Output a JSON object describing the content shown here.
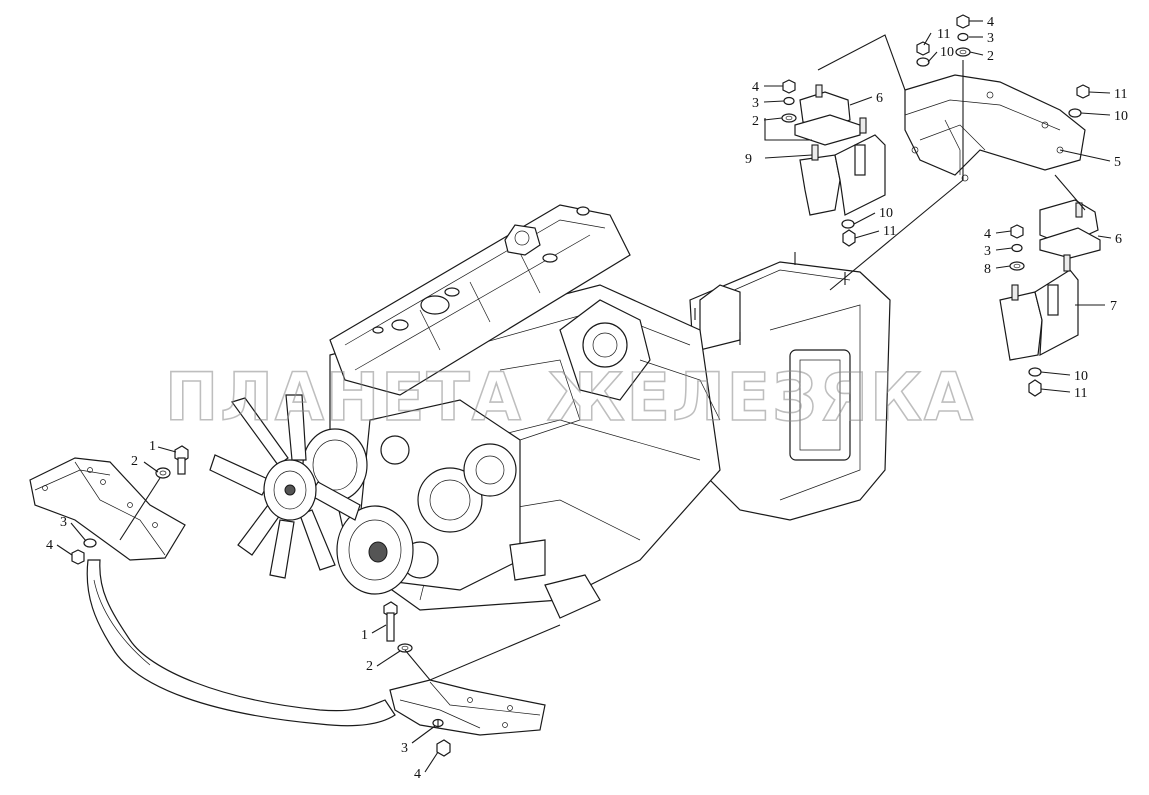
{
  "watermark": "ПЛАНЕТА ЖЕЛЕЗЯКА",
  "callouts": {
    "fl1": "1",
    "fl2": "2",
    "fl3": "3",
    "fl4": "4",
    "bl1": "1",
    "bl2": "2",
    "bl3": "3",
    "bl4": "4",
    "tc4": "4",
    "tc3": "3",
    "tc2": "2",
    "tc11": "11",
    "tc10": "10",
    "rt11": "11",
    "rt10": "10",
    "rt5": "5",
    "tl4": "4",
    "tl3": "3",
    "tl2": "2",
    "tl6": "6",
    "tl9": "9",
    "tl10": "10",
    "tl11": "11",
    "rm4": "4",
    "rm3": "3",
    "rm8": "8",
    "rm6": "6",
    "rm7": "7",
    "rm10": "10",
    "rm11": "11"
  }
}
